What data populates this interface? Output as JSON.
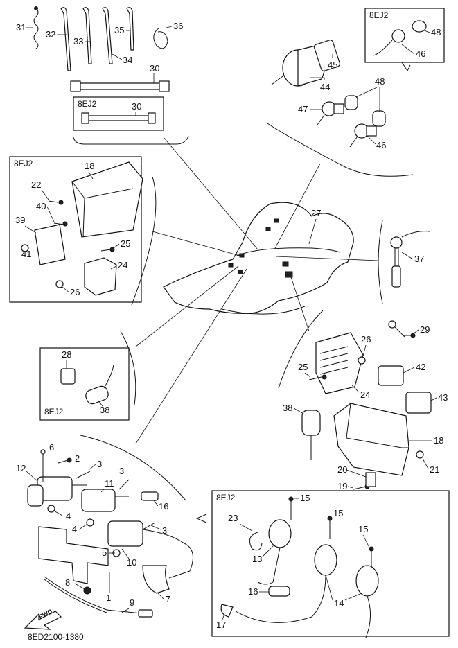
{
  "document_ref": "8ED2100-1380",
  "variant_tag": "8EJ2",
  "direction_arrow": "FWD",
  "part_numbers": [
    "1",
    "2",
    "3",
    "4",
    "5",
    "6",
    "7",
    "8",
    "9",
    "10",
    "11",
    "12",
    "13",
    "14",
    "15",
    "16",
    "17",
    "18",
    "19",
    "20",
    "21",
    "22",
    "23",
    "24",
    "25",
    "26",
    "27",
    "28",
    "29",
    "30",
    "31",
    "32",
    "33",
    "34",
    "35",
    "36",
    "37",
    "38",
    "39",
    "40",
    "41",
    "42",
    "43",
    "44",
    "45",
    "46",
    "47",
    "48"
  ]
}
